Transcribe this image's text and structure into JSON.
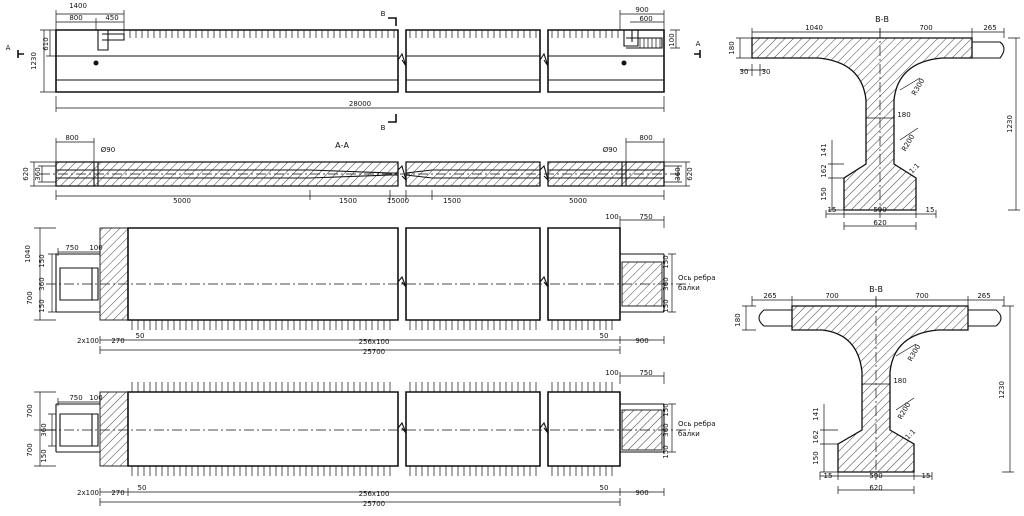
{
  "sections": {
    "cut_vv": "В-В",
    "cut_aa": "А-А",
    "mark_v": "В",
    "mark_a": "А"
  },
  "elevation": {
    "d1400": "1400",
    "d800": "800",
    "d450": "450",
    "d900": "900",
    "d600": "600",
    "d1230": "1230",
    "d610": "610",
    "d100": "100",
    "d28000": "28000"
  },
  "section_aa": {
    "d800l": "800",
    "phi90l": "Ø90",
    "d800r": "800",
    "phi90r": "Ø90",
    "d620l": "620",
    "d360l": "360",
    "d360r": "360",
    "d620r": "620",
    "d5000a": "5000",
    "d1500a": "1500",
    "d15000": "15000",
    "d1500b": "1500",
    "d5000b": "5000"
  },
  "plan1": {
    "d1040": "1040",
    "d750": "750",
    "d100": "100",
    "d150a": "150",
    "d360": "360",
    "d700": "700",
    "d150b": "150",
    "d2x100": "2x100",
    "d270": "270",
    "d50l": "50",
    "d256x100": "256x100",
    "d50r": "50",
    "d25700": "25700",
    "d100r": "100",
    "d750r": "750",
    "d150c": "150",
    "d360r": "360",
    "d150d": "150",
    "d900": "900",
    "axis_label_1": "Ось ребра",
    "axis_label_2": "балки"
  },
  "plan2": {
    "d700a": "700",
    "d750": "750",
    "d100": "100",
    "d360": "360",
    "d700b": "700",
    "d150": "150",
    "d2x100": "2x100",
    "d270": "270",
    "d50l": "50",
    "d256x100": "256x100",
    "d50r": "50",
    "d25700": "25700",
    "d100r": "100",
    "d750r": "750",
    "d150c": "150",
    "d360r": "360",
    "d150d": "150",
    "d900": "900",
    "axis_label_1": "Ось ребра",
    "axis_label_2": "балки"
  },
  "xsec1": {
    "d1040": "1040",
    "d700": "700",
    "d265": "265",
    "d180": "180",
    "d30a": "30",
    "d30b": "30",
    "r300": "R300",
    "d180w": "180",
    "r200": "R200",
    "d1230": "1230",
    "d141": "141",
    "d162": "162",
    "d150": "150",
    "d11": "1:1",
    "d15a": "15",
    "d590": "590",
    "d15b": "15",
    "d620": "620"
  },
  "xsec2": {
    "d265a": "265",
    "d700a": "700",
    "d700b": "700",
    "d265b": "265",
    "d180": "180",
    "r300": "R300",
    "d180w": "180",
    "r200": "R200",
    "d1230": "1230",
    "d141": "141",
    "d162": "162",
    "d150": "150",
    "d11": "1:1",
    "d15a": "15",
    "d590": "590",
    "d15b": "15",
    "d620": "620"
  }
}
